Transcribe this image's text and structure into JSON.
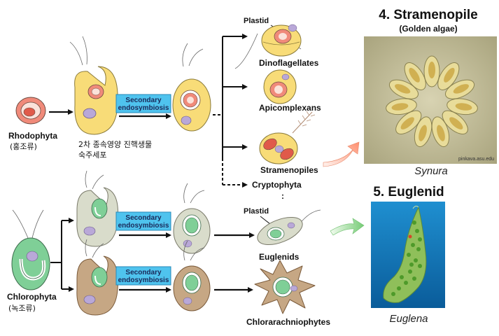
{
  "labels": {
    "rhodophyta": "Rhodophyta",
    "rhodophyta_kr": "(홍조류)",
    "chlorophyta": "Chlorophyta",
    "chlorophyta_kr": "(녹조류)",
    "host_kr_line1": "2차 종속영양 진핵생물",
    "host_kr_line2": "숙주세포",
    "secondary_line1": "Secondary",
    "secondary_line2": "endosymbiosis",
    "plastid": "Plastid",
    "dinoflagellates": "Dinoflagellates",
    "apicomplexans": "Apicomplexans",
    "stramenopiles": "Stramenopiles",
    "cryptophyta": "Cryptophyta",
    "dots": ":",
    "euglenids": "Euglenids",
    "chlorarachniophytes": "Chlorarachniophytes"
  },
  "photos": {
    "stramenopile_title": "4. Stramenopile",
    "stramenopile_sub": "(Golden algae)",
    "stramenopile_caption": "Synura",
    "stramenopile_credit": "pinkava.asu.edu",
    "euglenid_title": "5. Euglenid",
    "euglenid_caption": "Euglena"
  },
  "colors": {
    "red_alga": "#f08a7a",
    "yellow_cell": "#f8dc78",
    "green_alga": "#7fcf97",
    "grey_cell": "#d9dccb",
    "tan_cell": "#c6a784",
    "box_fill": "#4fc3ee"
  }
}
